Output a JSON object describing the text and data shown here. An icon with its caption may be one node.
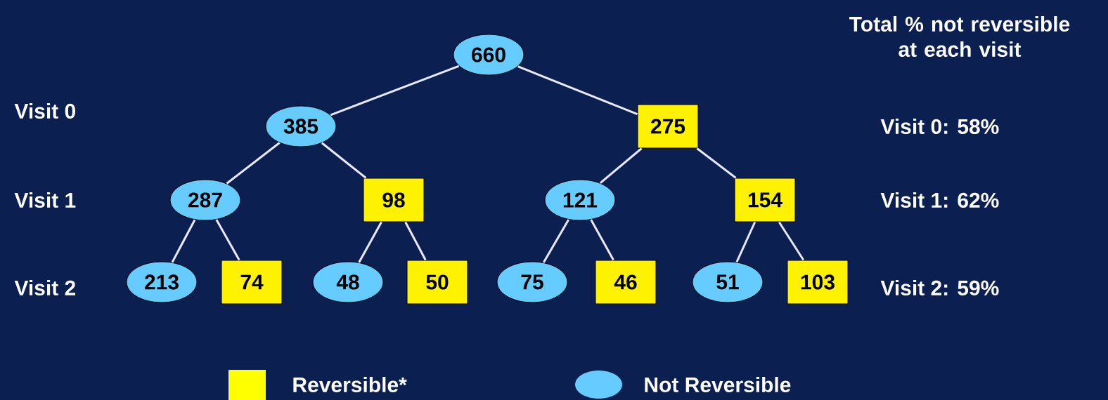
{
  "diagram": {
    "nodes": [
      {
        "text": [
          "660"
        ]
      },
      {
        "text": [
          "385"
        ]
      },
      {
        "text": [
          "275"
        ]
      },
      {
        "text": [
          "287"
        ]
      },
      {
        "text": [
          "98"
        ]
      },
      {
        "text": [
          "121"
        ]
      },
      {
        "text": [
          "154"
        ]
      },
      {
        "text": [
          "213"
        ]
      },
      {
        "text": [
          "74"
        ]
      },
      {
        "text": [
          "48"
        ]
      },
      {
        "text": [
          "50"
        ]
      },
      {
        "text": [
          "75"
        ]
      },
      {
        "text": [
          "46"
        ]
      },
      {
        "text": [
          "51"
        ]
      },
      {
        "text": [
          "103"
        ]
      }
    ],
    "edges": [
      {
        "from": 0,
        "to": 1,
        "arrow": "none"
      },
      {
        "from": 0,
        "to": 2,
        "arrow": "none"
      },
      {
        "from": 1,
        "to": 3,
        "arrow": "none"
      },
      {
        "from": 1,
        "to": 4,
        "arrow": "none"
      },
      {
        "from": 2,
        "to": 5,
        "arrow": "none"
      },
      {
        "from": 2,
        "to": 6,
        "arrow": "none"
      },
      {
        "from": 3,
        "to": 7,
        "arrow": "none"
      },
      {
        "from": 3,
        "to": 8,
        "arrow": "none"
      },
      {
        "from": 4,
        "to": 9,
        "arrow": "none"
      },
      {
        "from": 4,
        "to": 10,
        "arrow": "none"
      },
      {
        "from": 5,
        "to": 11,
        "arrow": "none"
      },
      {
        "from": 5,
        "to": 12,
        "arrow": "none"
      },
      {
        "from": 6,
        "to": 13,
        "arrow": "none"
      },
      {
        "from": 6,
        "to": 14,
        "arrow": "none"
      }
    ],
    "labels": [
      "Total % not reversible at each visit",
      "Visit 0",
      "Visit 0:  58%",
      "Visit 1",
      "Visit 1:  62%",
      "Visit 2",
      "Visit 2:  59%"
    ],
    "legend": [
      {
        "text": "Reversible*",
        "color": "#ffff00"
      },
      {
        "text": "Not Reversible",
        "color": "#66ccff"
      }
    ]
  }
}
